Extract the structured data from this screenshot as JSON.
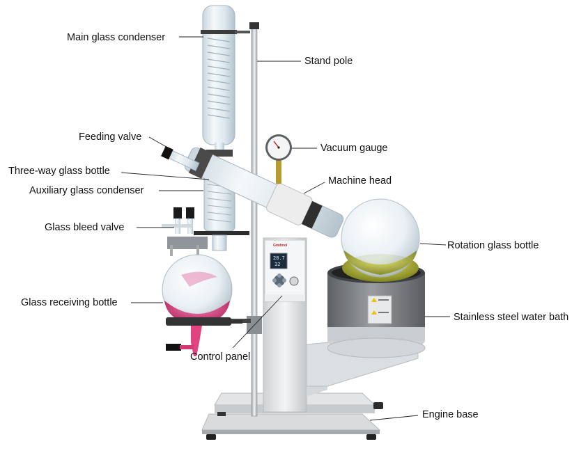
{
  "labels": {
    "main_condenser": "Main glass condenser",
    "stand_pole": "Stand pole",
    "feeding_valve": "Feeding valve",
    "vacuum_gauge": "Vacuum gauge",
    "three_way_bottle": "Three-way glass bottle",
    "machine_head": "Machine head",
    "aux_condenser": "Auxiliary glass condenser",
    "bleed_valve": "Glass bleed valve",
    "rotation_bottle": "Rotation glass bottle",
    "receiving_bottle": "Glass receiving bottle",
    "water_bath": "Stainless steel water bath",
    "control_panel": "Control panel",
    "engine_base": "Engine base"
  },
  "brand": "Gmdmol",
  "display": {
    "line1": "28.7",
    "line2": "32"
  },
  "colors": {
    "glass": "#d9e6ee",
    "liquid_pink": "#c2185b",
    "liquid_yellow": "#9ea31a",
    "bath": "#7a7d80",
    "body": "#e9eaec",
    "panel": "#4a5a6a"
  }
}
